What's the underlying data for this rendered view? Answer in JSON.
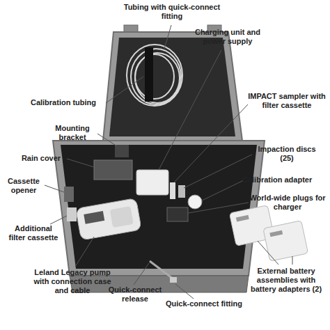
{
  "diagram": {
    "labels": [
      "Tubing with quick-connect fitting",
      "Charging unit and power supply",
      "Calibration tubing",
      "IMPACT sampler with filter cassette",
      "Mounting bracket",
      "Impaction discs (25)",
      "Rain cover",
      "Calibration adapter",
      "Cassette opener",
      "World-wide plugs for charger",
      "Additional filter cassette",
      "External battery assemblies with battery adapters (2)",
      "Leland Legacy pump with connection case and cable",
      "Quick-connect release",
      "Quick-connect fitting"
    ]
  }
}
